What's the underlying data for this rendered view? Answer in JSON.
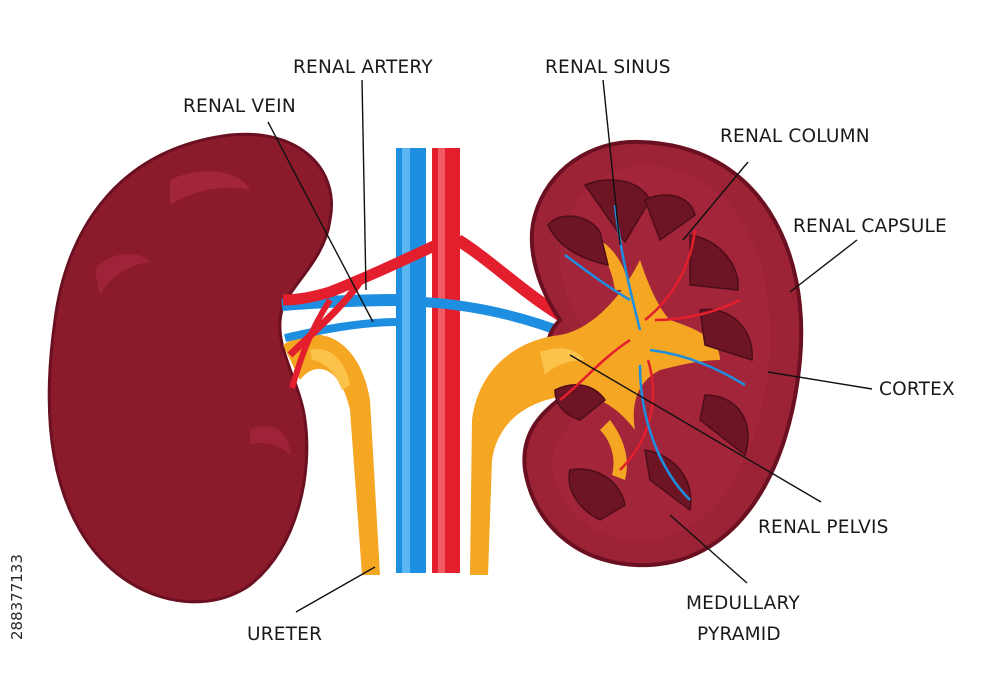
{
  "labels": {
    "renal_artery": "RENAL ARTERY",
    "renal_vein": "RENAL VEIN",
    "renal_sinus": "RENAL SINUS",
    "renal_column": "RENAL COLUMN",
    "renal_capsule": "RENAL CAPSULE",
    "cortex": "CORTEX",
    "renal_pelvis": "RENAL PELVIS",
    "medullary_pyramid_line1": "MEDULLARY",
    "medullary_pyramid_line2": "PYRAMID",
    "ureter": "URETER"
  },
  "stock_id": "288377133",
  "colors": {
    "kidney": "#8b1a2b",
    "kidney_highlight": "#a8283e",
    "kidney_outline": "#6a1020",
    "cortex_fill": "#9c2235",
    "pyramid": "#6e1525",
    "artery": "#e31e2d",
    "vein": "#1e8fe0",
    "vein_light": "#5bb7f2",
    "ureter": "#f5a623",
    "ureter_light": "#fcc24a",
    "leader": "#111111"
  }
}
